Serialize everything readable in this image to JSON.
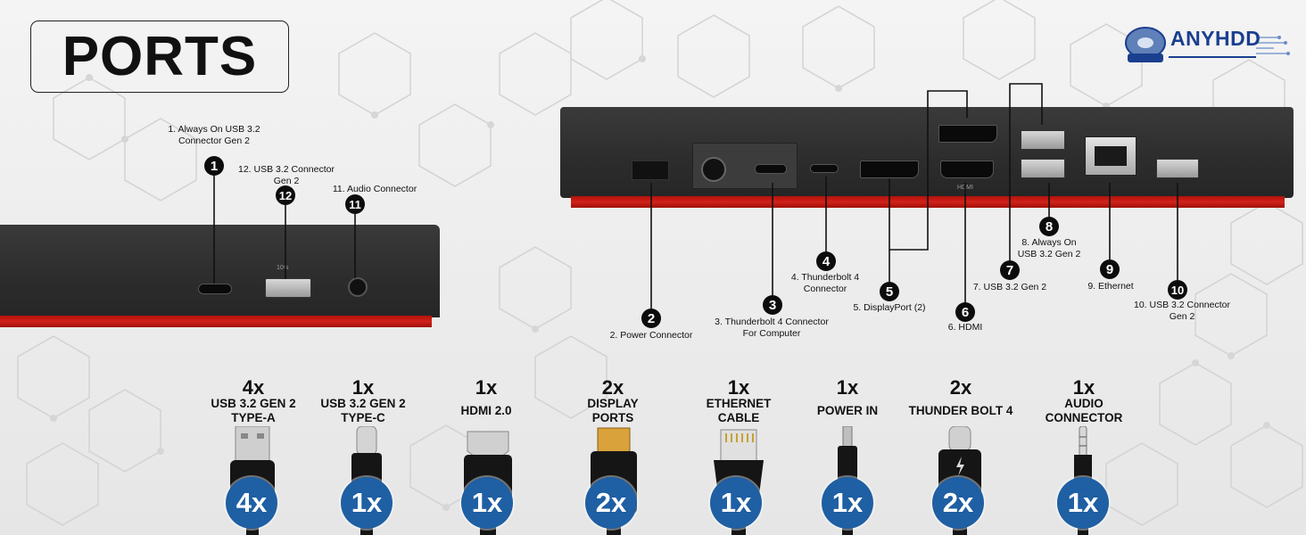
{
  "title": "PORTS",
  "brand": "ANYHDD",
  "callouts": [
    {
      "num": "1",
      "label": "1. Always On USB 3.2\nConnector Gen 2"
    },
    {
      "num": "2",
      "label": "2. Power Connector"
    },
    {
      "num": "3",
      "label": "3. Thunderbolt 4 Connector\nFor Computer"
    },
    {
      "num": "4",
      "label": "4. Thunderbolt 4\nConnector"
    },
    {
      "num": "5",
      "label": "5. DisplayPort (2)"
    },
    {
      "num": "6",
      "label": "6. HDMI"
    },
    {
      "num": "7",
      "label": "7. USB 3.2 Gen 2"
    },
    {
      "num": "8",
      "label": "8. Always On\nUSB 3.2 Gen 2"
    },
    {
      "num": "9",
      "label": "9. Ethernet"
    },
    {
      "num": "10",
      "label": "10. USB 3.2 Connector\nGen 2"
    },
    {
      "num": "11",
      "label": "11. Audio Connector"
    },
    {
      "num": "12",
      "label": "12. USB 3.2 Connector\nGen 2"
    }
  ],
  "port_marks": {
    "hdmi": "HDMI",
    "usb": "10⇆"
  },
  "connectors": [
    {
      "count": "4x",
      "label": "USB 3.2 GEN 2\nTYPE-A",
      "badge": "4x",
      "icon": "usb-a-cable-icon"
    },
    {
      "count": "1x",
      "label": "USB 3.2 GEN 2\nTYPE-C",
      "badge": "1x",
      "icon": "usb-c-cable-icon"
    },
    {
      "count": "1x",
      "label": "HDMI 2.0",
      "badge": "1x",
      "icon": "hdmi-cable-icon"
    },
    {
      "count": "2x",
      "label": "DISPLAY\nPORTS",
      "badge": "2x",
      "icon": "displayport-cable-icon"
    },
    {
      "count": "1x",
      "label": "ETHERNET\nCABLE",
      "badge": "1x",
      "icon": "ethernet-cable-icon"
    },
    {
      "count": "1x",
      "label": "POWER IN",
      "badge": "1x",
      "icon": "power-cable-icon"
    },
    {
      "count": "2x",
      "label": "THUNDER BOLT 4",
      "badge": "2x",
      "icon": "thunderbolt-cable-icon"
    },
    {
      "count": "1x",
      "label": "AUDIO\nCONNECTOR",
      "badge": "1x",
      "icon": "audio-jack-cable-icon"
    }
  ],
  "colors": {
    "accent_blue": "#1f5fa3",
    "dock_red": "#c81d15",
    "dock_body": "#2e2e2e",
    "badge_black": "#0c0c0c",
    "brand_blue": "#1a3f8f"
  }
}
